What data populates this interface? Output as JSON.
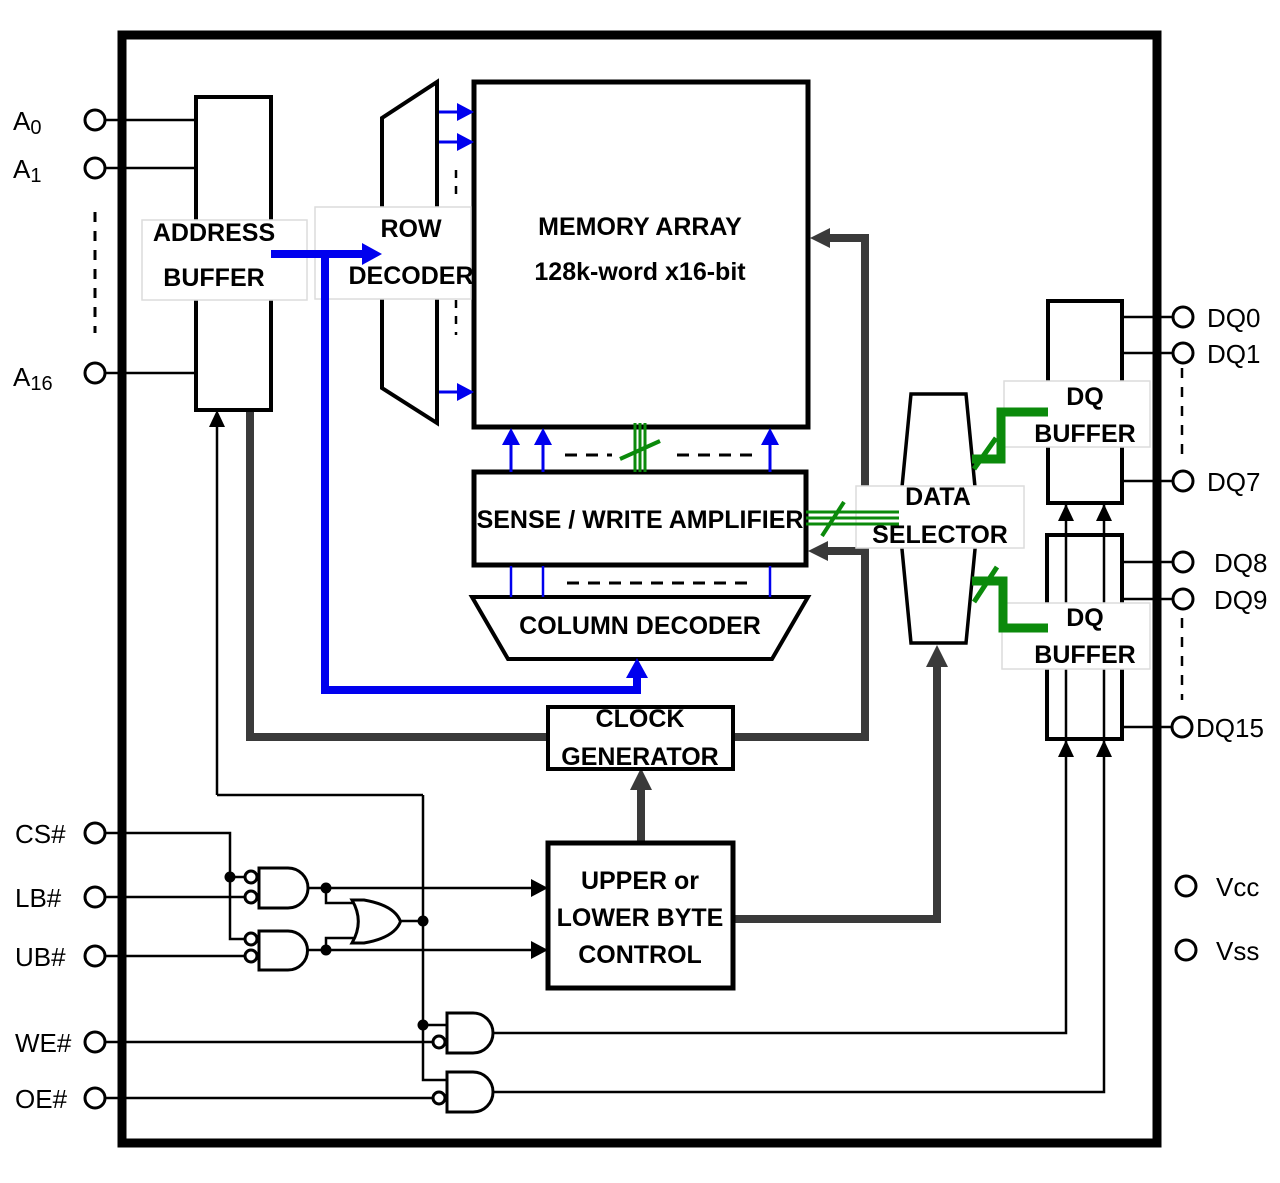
{
  "colors": {
    "address_bus_blue": "#0000EE",
    "data_bus_green": "#0B8A0B",
    "control_bus_gray": "#3A3A3A",
    "line_black": "#000000",
    "label_box_border": "#DCDCDC"
  },
  "pins": {
    "a0": {
      "base": "A",
      "sub": "0"
    },
    "a1": {
      "base": "A",
      "sub": "1"
    },
    "a16": {
      "base": "A",
      "sub": "16"
    },
    "cs": "CS#",
    "lb": "LB#",
    "ub": "UB#",
    "we": "WE#",
    "oe": "OE#",
    "dq0": "DQ0",
    "dq1": "DQ1",
    "dq7": "DQ7",
    "dq8": "DQ8",
    "dq9": "DQ9",
    "dq15": "DQ15",
    "vcc": "Vcc",
    "vss": "Vss"
  },
  "blocks": {
    "address_buffer": {
      "line1": "ADDRESS",
      "line2": "BUFFER"
    },
    "row_decoder": {
      "line1": "ROW",
      "line2": "DECODER"
    },
    "memory_array": {
      "line1": "MEMORY ARRAY",
      "line2": "128k-word x16-bit"
    },
    "sense_write_amplifier": {
      "line1": "SENSE / WRITE AMPLIFIER"
    },
    "column_decoder": {
      "line1": "COLUMN DECODER"
    },
    "clock_generator": {
      "line1": "CLOCK",
      "line2": "GENERATOR"
    },
    "byte_control": {
      "line1": "UPPER or",
      "line2": "LOWER BYTE",
      "line3": "CONTROL"
    },
    "data_selector": {
      "line1": "DATA",
      "line2": "SELECTOR"
    },
    "dq_buffer_upper": {
      "line1": "DQ",
      "line2": "BUFFER"
    },
    "dq_buffer_lower": {
      "line1": "DQ",
      "line2": "BUFFER"
    }
  }
}
